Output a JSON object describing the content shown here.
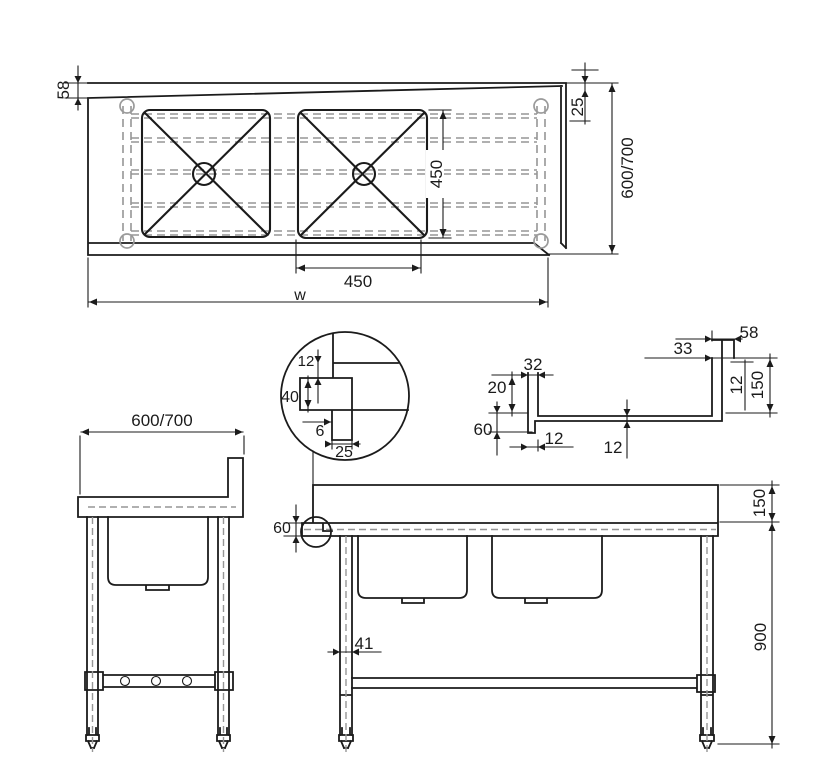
{
  "drawing_labels": {
    "plan": {
      "slope_58": "58",
      "return_25": "25",
      "depth_600_700": "600/700",
      "bowl_450_v": "450",
      "bowl_450_h": "450",
      "overall_w": "w"
    },
    "edge_detail": {
      "d12": "12",
      "d40": "40",
      "d6": "6",
      "d25": "25"
    },
    "section_profile": {
      "d32": "32",
      "d20": "20",
      "d60": "60",
      "d12_hem": "12",
      "d12_top": "12",
      "d33": "33",
      "d58": "58",
      "d12_splash": "12",
      "d150": "150"
    },
    "side_view": {
      "depth_600_700": "600/700"
    },
    "front_view": {
      "d60": "60",
      "d41": "41",
      "d150": "150",
      "d900": "900"
    }
  }
}
